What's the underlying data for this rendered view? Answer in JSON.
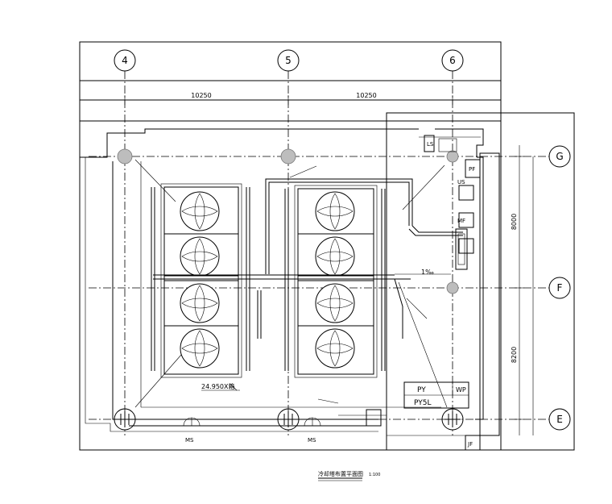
{
  "grid_axes": {
    "vertical": [
      {
        "label": "4"
      },
      {
        "label": "5"
      },
      {
        "label": "6"
      }
    ],
    "horizontal": [
      {
        "label": "G"
      },
      {
        "label": "F"
      },
      {
        "label": "E"
      }
    ]
  },
  "dimensions": {
    "span_4_5": "10250",
    "span_5_6": "10250",
    "span_G_F": "8000",
    "span_F_E": "8200"
  },
  "labels": {
    "level_mark": "24.950X箱",
    "slope": "1‰",
    "tag_py": "PY",
    "tag_pysl": "PY5L",
    "tag_wp": "WP",
    "tag_jf": "JF",
    "tag_ls": "LS",
    "tag_pf": "PF",
    "tag_us": "US",
    "tag_mf": "MF",
    "tag_ms_left": "MS",
    "tag_ms_right": "MS",
    "title": "冷却塔布置平面图",
    "scale": "1:100"
  }
}
